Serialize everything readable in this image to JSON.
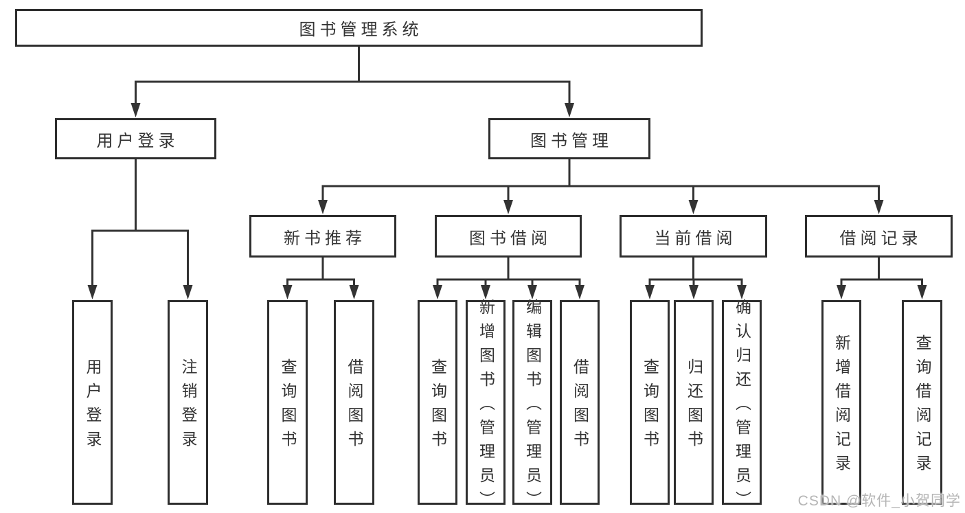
{
  "diagram": {
    "root": {
      "label": "图书管理系统"
    },
    "branches": [
      {
        "label": "用户登录",
        "children": [
          {
            "label": "用户登录"
          },
          {
            "label": "注销登录"
          }
        ]
      },
      {
        "label": "图书管理",
        "children": [
          {
            "label": "新书推荐",
            "children": [
              {
                "label": "查询图书"
              },
              {
                "label": "借阅图书"
              }
            ]
          },
          {
            "label": "图书借阅",
            "children": [
              {
                "label": "查询图书"
              },
              {
                "label": "新增图书（管理员）"
              },
              {
                "label": "编辑图书（管理员）"
              },
              {
                "label": "借阅图书"
              }
            ]
          },
          {
            "label": "当前借阅",
            "children": [
              {
                "label": "查询图书"
              },
              {
                "label": "归还图书"
              },
              {
                "label": "确认归还（管理员）"
              }
            ]
          },
          {
            "label": "借阅记录",
            "children": [
              {
                "label": "新增借阅记录"
              },
              {
                "label": "查询借阅记录"
              }
            ]
          }
        ]
      }
    ]
  },
  "watermark": {
    "text": "CSDN @软件_小贺同学"
  },
  "colors": {
    "line": "#333333",
    "border": "#2e2e2e",
    "text": "#333333",
    "background": "#ffffff",
    "watermark": "#b5b5b5"
  }
}
